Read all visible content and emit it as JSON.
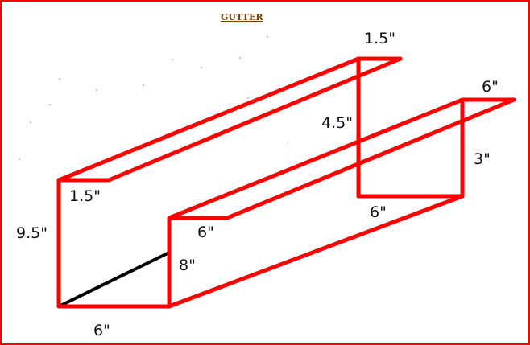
{
  "title": "GUTTER",
  "colors": {
    "border": "#ff0000",
    "edges": "#ff0000",
    "hidden_edge": "#000000",
    "title": "#7a3f00",
    "dimension_text": "#111111"
  },
  "dimensions": {
    "back_top_flange_end": "1.5\"",
    "front_top_flange": "1.5\"",
    "back_height_end": "4.5\"",
    "back_height_front": "9.5\"",
    "front_flange_end": "6\"",
    "front_height_end": "3\"",
    "bottom_width_end": "6\"",
    "front_flange_front": "6\"",
    "front_height_front": "8\"",
    "bottom_width_front": "6\""
  }
}
